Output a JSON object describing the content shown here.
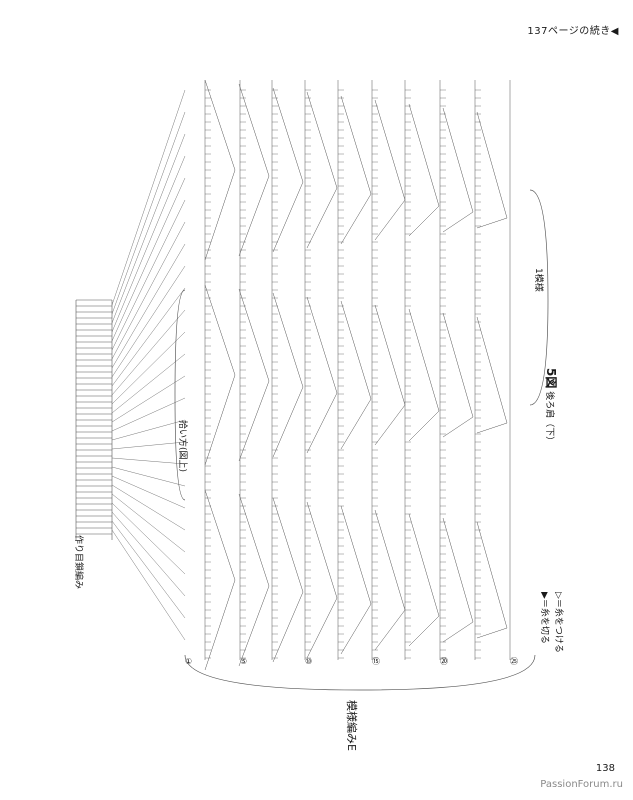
{
  "header": {
    "continued_note": "137ページの続き◀"
  },
  "figure": {
    "number": "5図",
    "subtitle": "後ろ肩（下）",
    "repeat_label": "1模様",
    "pickup_note": "拾い方(図上)",
    "start_label": "作り目鎖編み",
    "bottom_label": "模様編みE",
    "legend": [
      "▷＝糸をつける",
      "▶＝糸を切る"
    ]
  },
  "row_numbers": [
    "①",
    "⑤",
    "⑩",
    "⑮",
    "⑳",
    "㉕"
  ],
  "page": {
    "number": "138",
    "watermark": "PassionForum.ru"
  },
  "colors": {
    "ink": "#1a1a1a",
    "line": "#555555",
    "watermark": "#8a8a8a"
  }
}
